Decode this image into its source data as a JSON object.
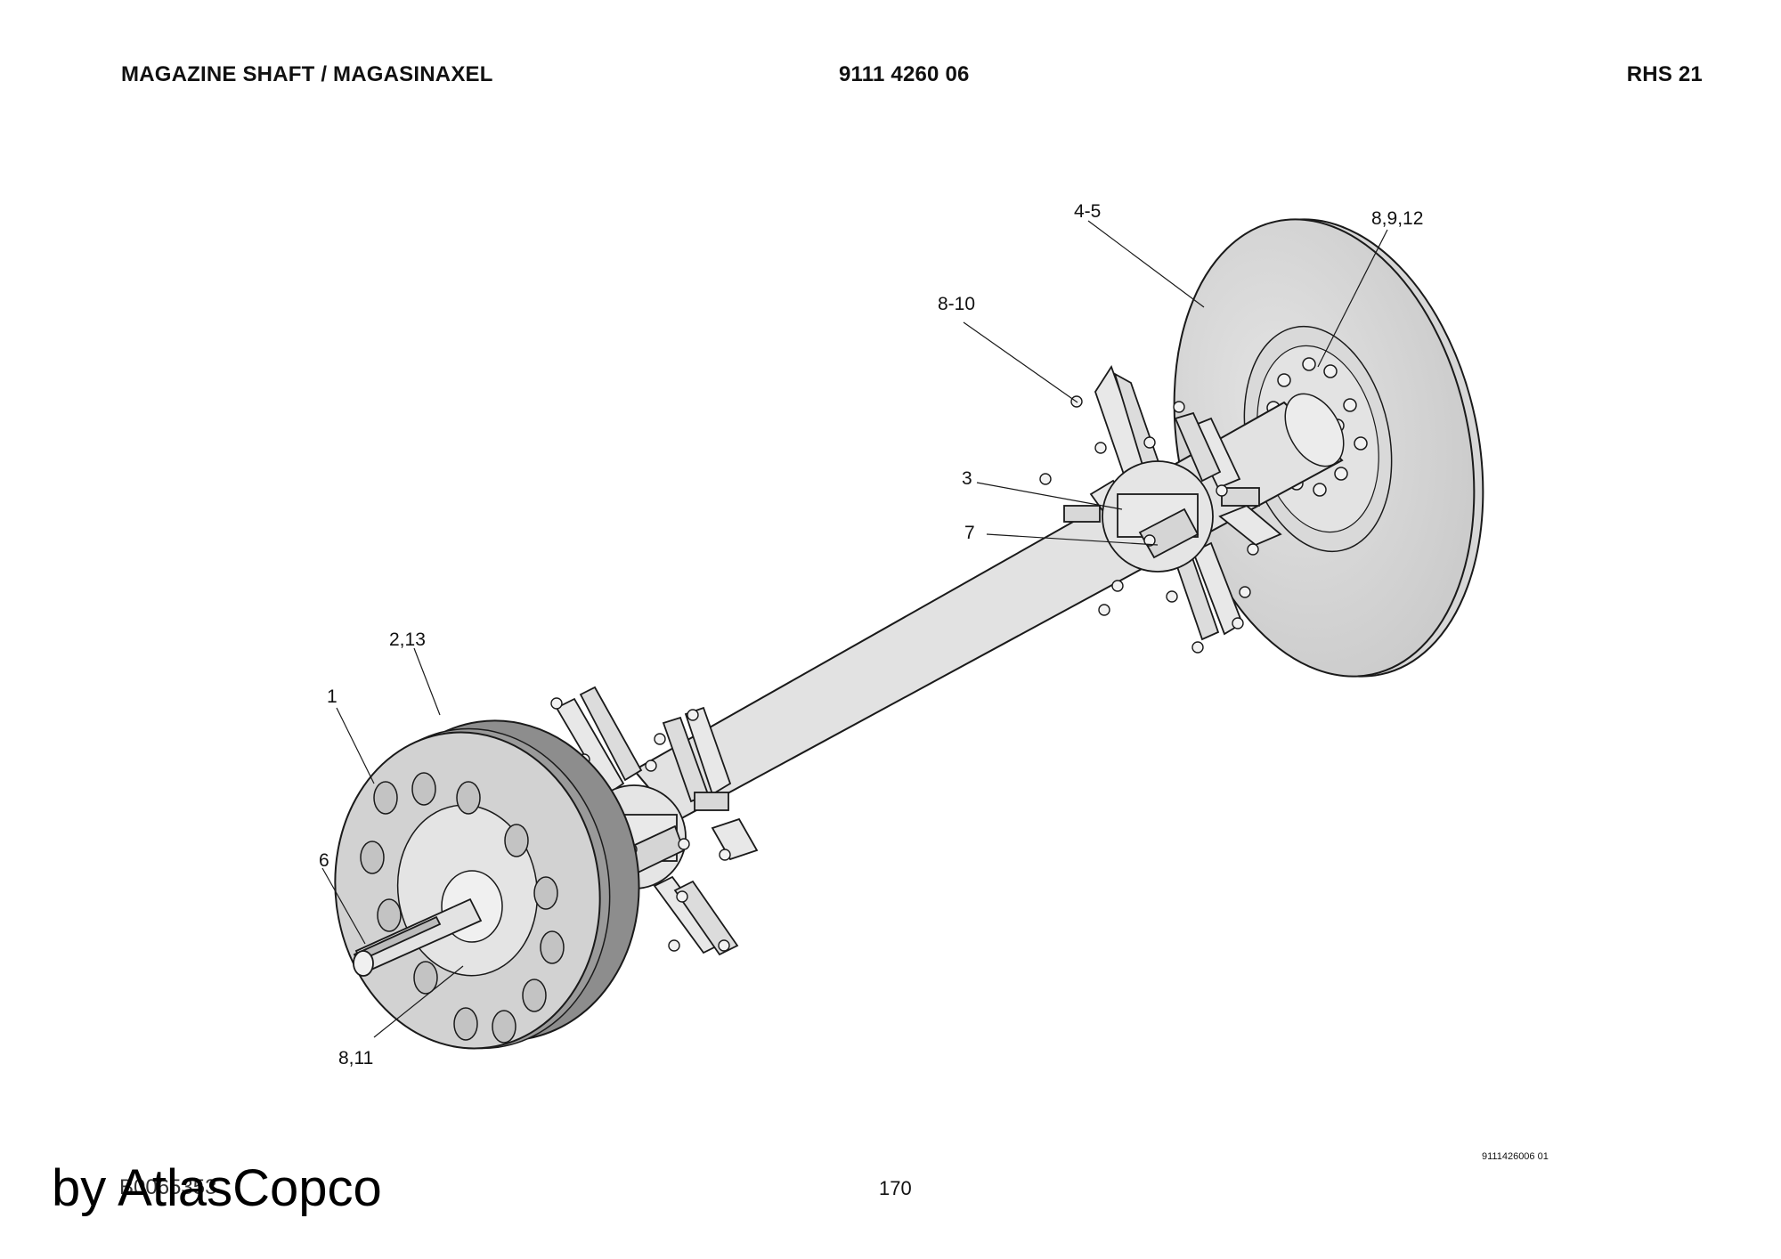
{
  "header": {
    "title": "MAGAZINE SHAFT / MAGASINAXEL",
    "part_number": "9111 4260 06",
    "model": "RHS 21"
  },
  "callouts": {
    "c1": "1",
    "c2_13": "2,13",
    "c3": "3",
    "c4_5": "4-5",
    "c6": "6",
    "c7": "7",
    "c8_10": "8-10",
    "c8_9_12": "8,9,12",
    "c8_11": "8,11"
  },
  "footer": {
    "drawing_id": "9111426006 01",
    "page_number": "170",
    "reference": "B0065353",
    "watermark": "by AtlasCopco"
  },
  "colors": {
    "line": "#1a1a1a",
    "fill_light": "#e6e6e6",
    "fill_mid": "#cfcfcf",
    "fill_dark": "#8a8a8a"
  }
}
